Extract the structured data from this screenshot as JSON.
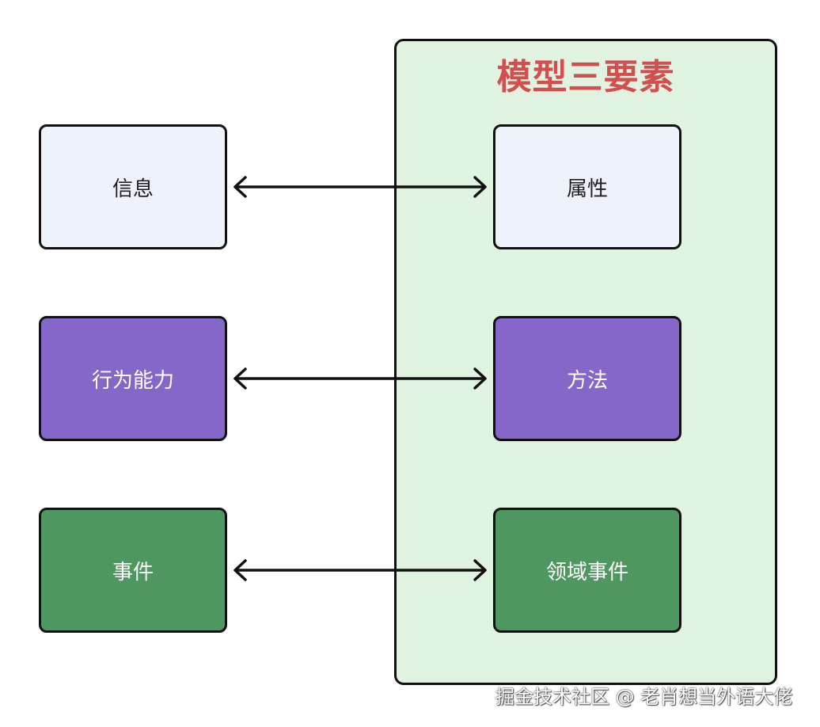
{
  "diagram": {
    "group_title": "模型三要素",
    "rows": [
      {
        "left": "信息",
        "right": "属性",
        "style": "light"
      },
      {
        "left": "行为能力",
        "right": "方法",
        "style": "purple"
      },
      {
        "left": "事件",
        "right": "领域事件",
        "style": "green"
      }
    ],
    "connector": "bidirectional-arrow"
  },
  "colors": {
    "group_fill": "#e0f2e0",
    "title_red": "#d24f4f",
    "light_fill": "#eef2fb",
    "purple_fill": "#8567c9",
    "green_fill": "#4f9760",
    "stroke": "#111111"
  },
  "watermark": "掘金技术社区 @ 老肖想当外语大佬"
}
